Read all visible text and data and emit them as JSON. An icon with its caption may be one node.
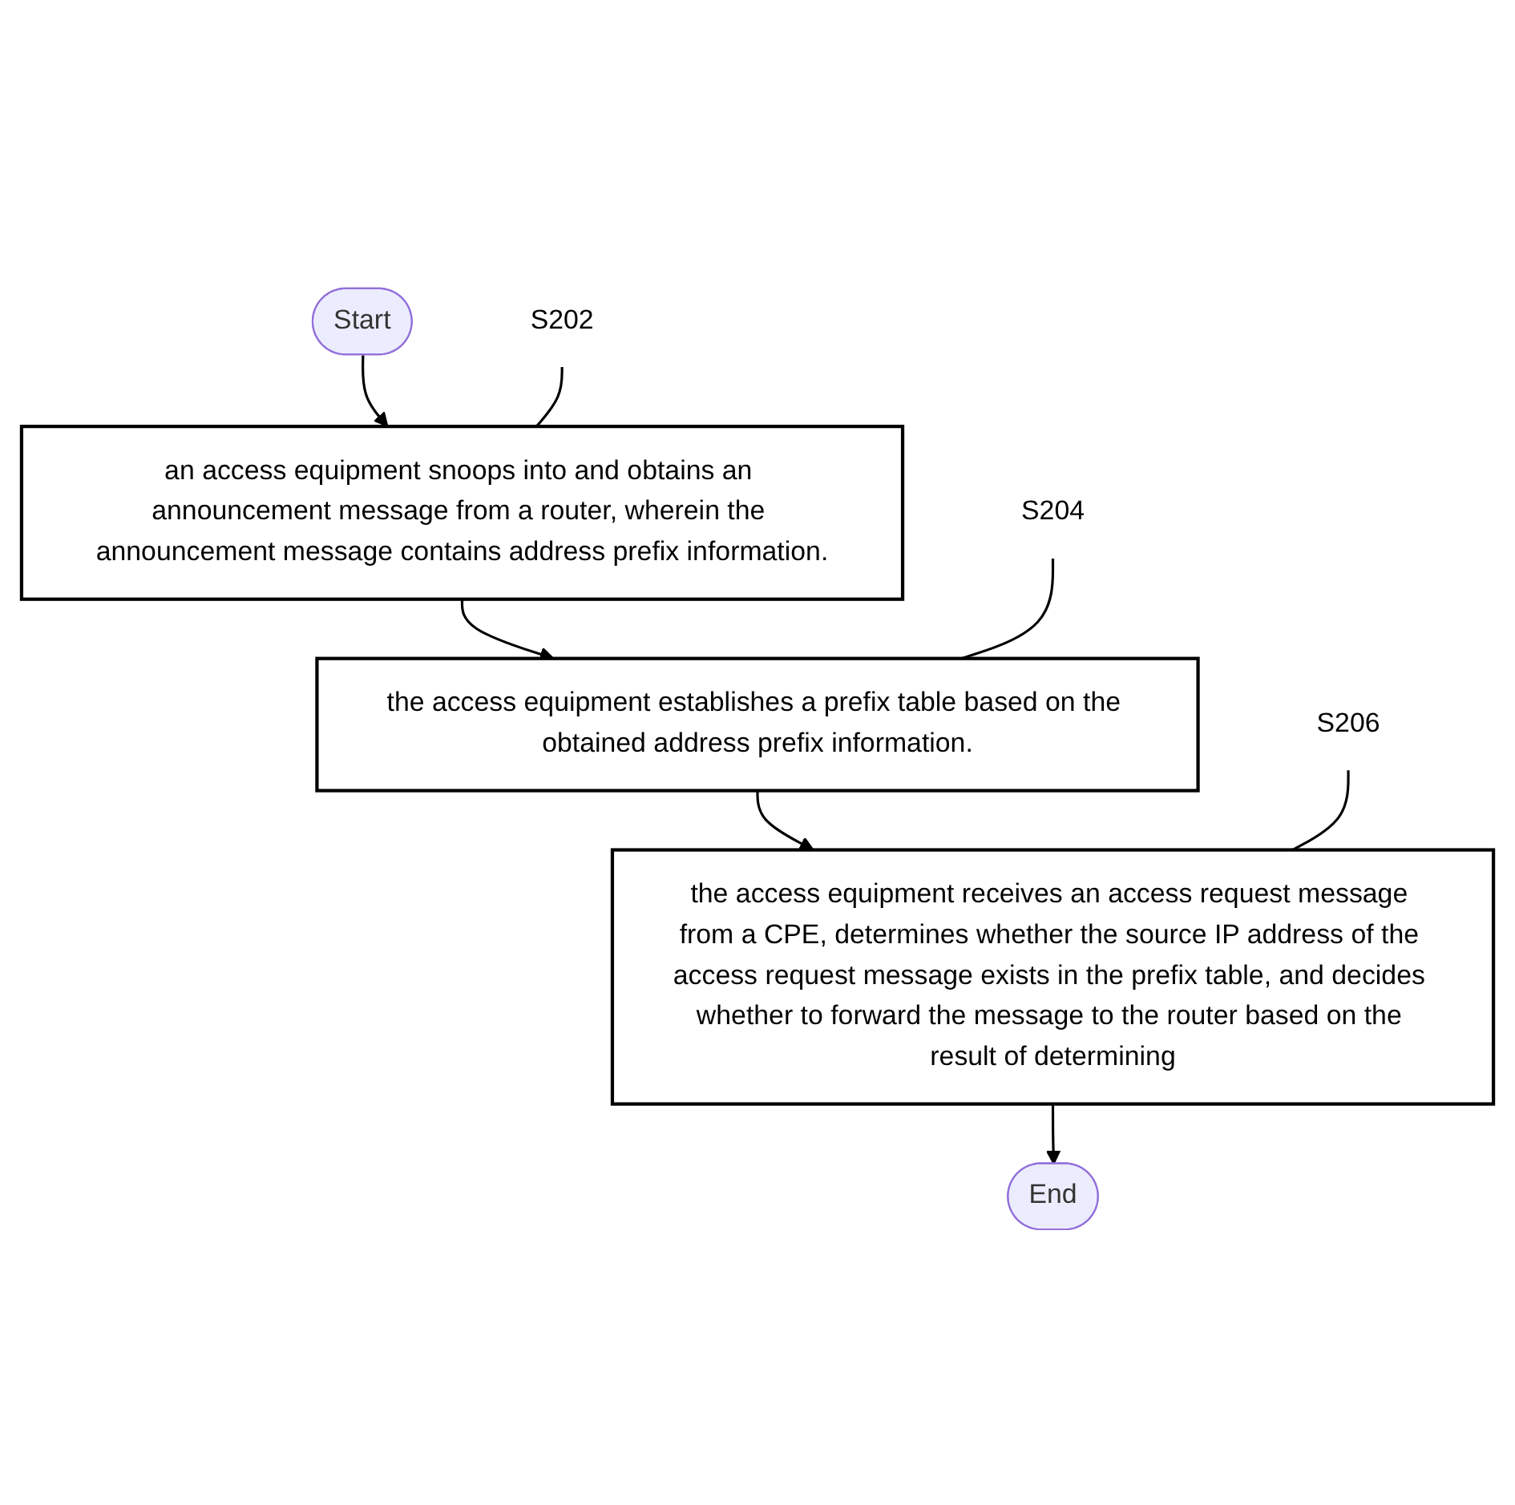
{
  "diagram": {
    "nodes": [
      {
        "text": [
          "Start"
        ]
      },
      {
        "text": [
          "S202"
        ]
      },
      {
        "text": [
          "an access equipment snoops into and obtains an announcement message from a router, wherein the announcement message contains address prefix information."
        ]
      },
      {
        "text": [
          "S204"
        ]
      },
      {
        "text": [
          "the access equipment establishes a prefix table based on the obtained address prefix information."
        ]
      },
      {
        "text": [
          "S206"
        ]
      },
      {
        "text": [
          "the access equipment receives an access request message from a CPE, determines whether the source IP address of the access request message exists in the prefix table, and decides whether to forward the message to the router based on the result of determining"
        ]
      },
      {
        "text": [
          "End"
        ]
      }
    ],
    "edges": [
      {
        "from": 0,
        "to": 2,
        "arrow": "to"
      },
      {
        "from": 1,
        "to": 2,
        "arrow": "none"
      },
      {
        "from": 2,
        "to": 4,
        "arrow": "to"
      },
      {
        "from": 3,
        "to": 4,
        "arrow": "none"
      },
      {
        "from": 4,
        "to": 6,
        "arrow": "to"
      },
      {
        "from": 5,
        "to": 6,
        "arrow": "none"
      },
      {
        "from": 6,
        "to": 7,
        "arrow": "to"
      }
    ]
  }
}
